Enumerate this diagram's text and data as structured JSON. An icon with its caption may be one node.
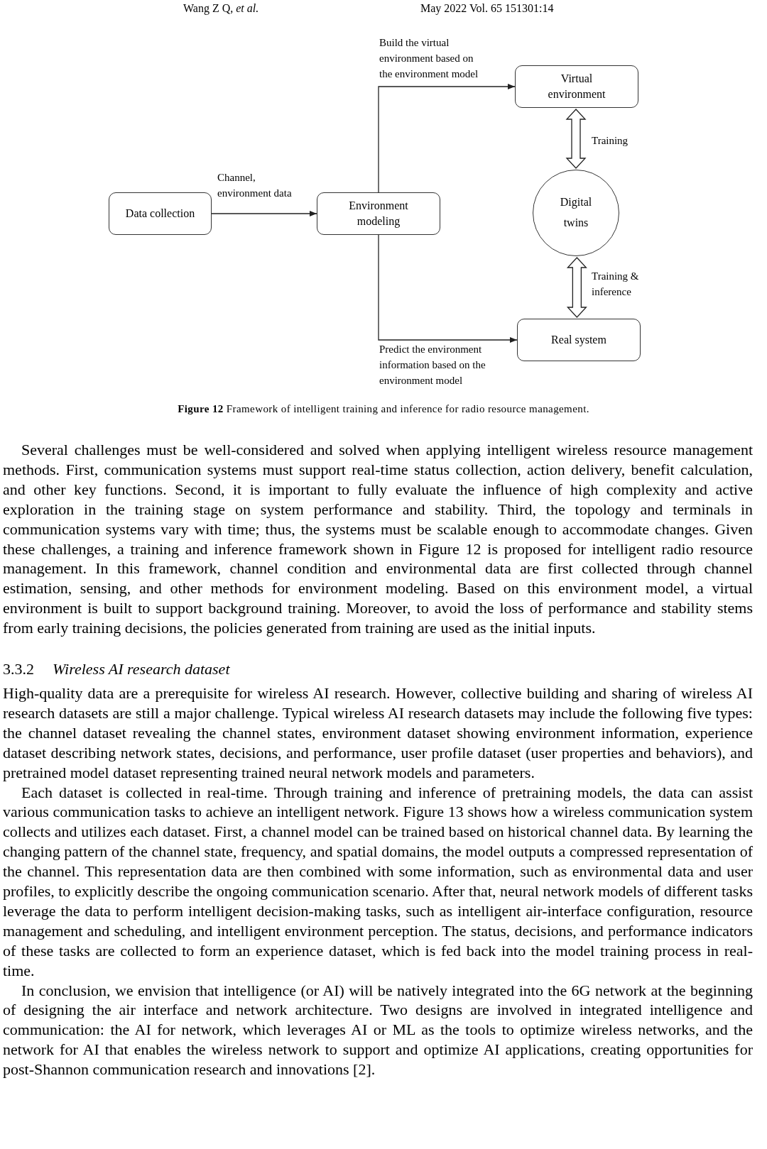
{
  "diagram": {
    "caption": "**Figure 12** Framework of intelligent training and inference for radio resource management.",
    "nodes": [
      {
        "text": [
          "Data collection"
        ]
      },
      {
        "text": [
          "Environment modeling"
        ]
      },
      {
        "text": [
          "Virtual environment"
        ]
      },
      {
        "text": [
          "Digital twins"
        ]
      },
      {
        "text": [
          "Real system"
        ]
      }
    ],
    "edges": [
      {
        "from": 0,
        "to": 1,
        "arrow": "to",
        "label": "Channel, environment data"
      },
      {
        "from": 1,
        "to": 2,
        "arrow": "to",
        "label": "Build the virtual environment based on the environment model"
      },
      {
        "from": 1,
        "to": 4,
        "arrow": "to",
        "label": "Predict the environment information based on the environment model"
      },
      {
        "from": 2,
        "to": 3,
        "arrow": "both",
        "label": "Training",
        "style": "thick"
      },
      {
        "from": 3,
        "to": 4,
        "arrow": "both",
        "label": "Training & inference",
        "style": "thick"
      }
    ],
    "labels": [
      "Wang Z Q, *et al.*",
      "May 2022 Vol. 65 151301:14",
      "Several challenges must be well-considered and solved when applying intelligent wireless resource management methods. First, communication systems must support real-time status collection, action delivery, benefit calculation, and other key functions. Second, it is important to fully evaluate the influence of high complexity and active exploration in the training stage on system performance and stability. Third, the topology and terminals in communication systems vary with time; thus, the systems must be scalable enough to accommodate changes. Given these challenges, a training and inference framework shown in Figure 12 is proposed for intelligent radio resource management. In this framework, channel condition and environmental data are first collected through channel estimation, sensing, and other methods for environment modeling. Based on this environment model, a virtual environment is built to support background training. Moreover, to avoid the loss of performance and stability stems from early training decisions, the policies generated from training are used as the initial inputs.",
      "3.3.2",
      "Wireless AI research dataset",
      "High-quality data are a prerequisite for wireless AI research. However, collective building and sharing of wireless AI research datasets are still a major challenge. Typical wireless AI research datasets may include the following five types: the channel dataset revealing the channel states, environment dataset showing environment information, experience dataset describing network states, decisions, and performance, user profile dataset (user properties and behaviors), and pretrained model dataset representing trained neural network models and parameters.",
      "Each dataset is collected in real-time. Through training and inference of pretraining models, the data can assist various communication tasks to achieve an intelligent network. Figure 13 shows how a wireless communication system collects and utilizes each dataset. First, a channel model can be trained based on historical channel data. By learning the changing pattern of the channel state, frequency, and spatial domains, the model outputs a compressed representation of the channel. This representation data are then combined with some information, such as environmental data and user profiles, to explicitly describe the ongoing communication scenario. After that, neural network models of different tasks leverage the data to perform intelligent decision-making tasks, such as intelligent air-interface configuration, resource management and scheduling, and intelligent environment perception. The status, decisions, and performance indicators of these tasks are collected to form an experience dataset, which is fed back into the model training process in real-time.",
      "In conclusion, we envision that intelligence (or AI) will be natively integrated into the 6G network at the beginning of designing the air interface and network architecture. Two designs are involved in integrated intelligence and communication: the AI for network, which leverages AI or ML as the tools to optimize wireless networks, and the network for AI that enables the wireless network to support and optimize AI applications, creating opportunities for post-Shannon communication research and innovations [2]."
    ]
  }
}
